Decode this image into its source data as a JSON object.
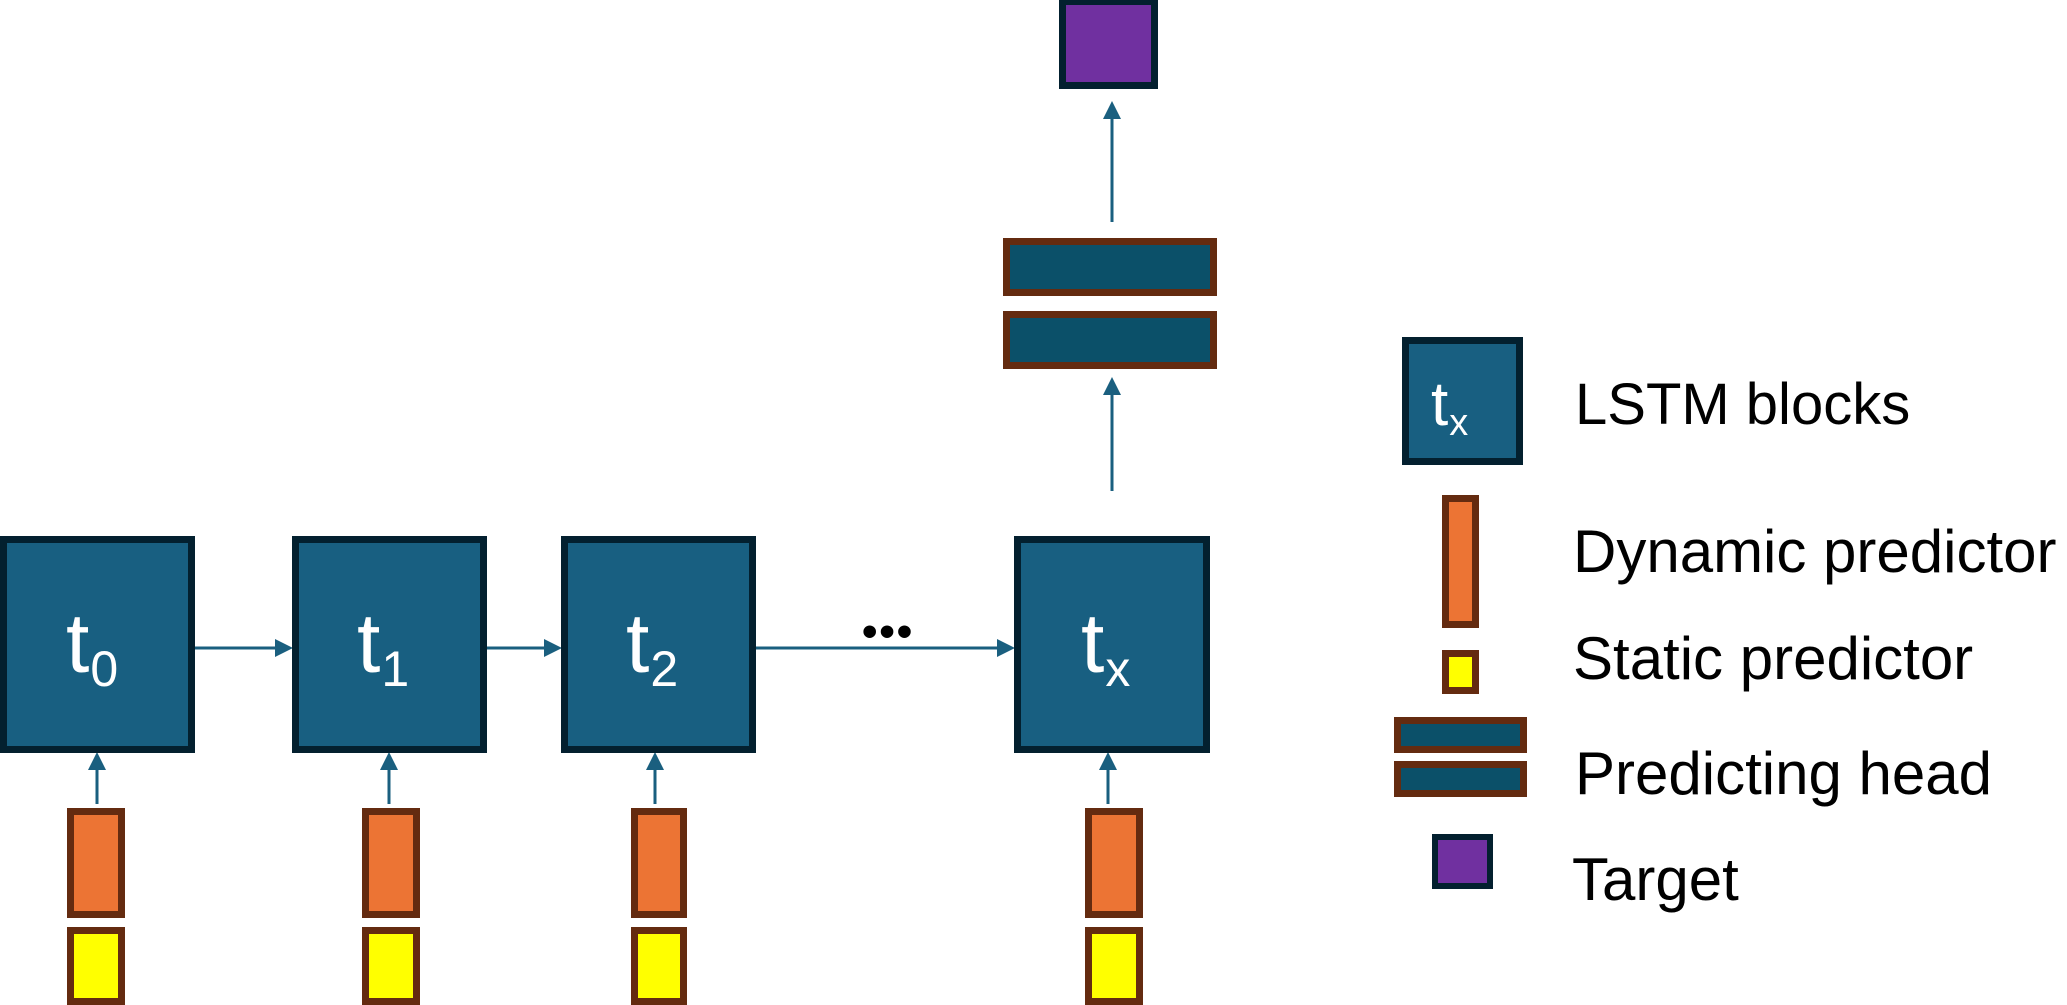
{
  "diagram": {
    "blocks": [
      {
        "base": "t",
        "sub": "0"
      },
      {
        "base": "t",
        "sub": "1"
      },
      {
        "base": "t",
        "sub": "2"
      },
      {
        "base": "t",
        "sub": "x"
      }
    ],
    "ellipsis": "•••",
    "colors": {
      "lstm_fill": "#185f81",
      "lstm_border": "#03202f",
      "dynamic_fill": "#ec7434",
      "static_fill": "#ffff00",
      "predictor_border": "#642b10",
      "head_fill": "#0b5069",
      "target_fill": "#7030a0",
      "arrow": "#1a5f7f"
    }
  },
  "legend": {
    "lstm": {
      "icon_base": "t",
      "icon_sub": "x",
      "label": "LSTM blocks"
    },
    "dynamic": {
      "label": "Dynamic predictor"
    },
    "static": {
      "label": "Static predictor"
    },
    "head": {
      "label": "Predicting head"
    },
    "target": {
      "label": "Target"
    }
  }
}
